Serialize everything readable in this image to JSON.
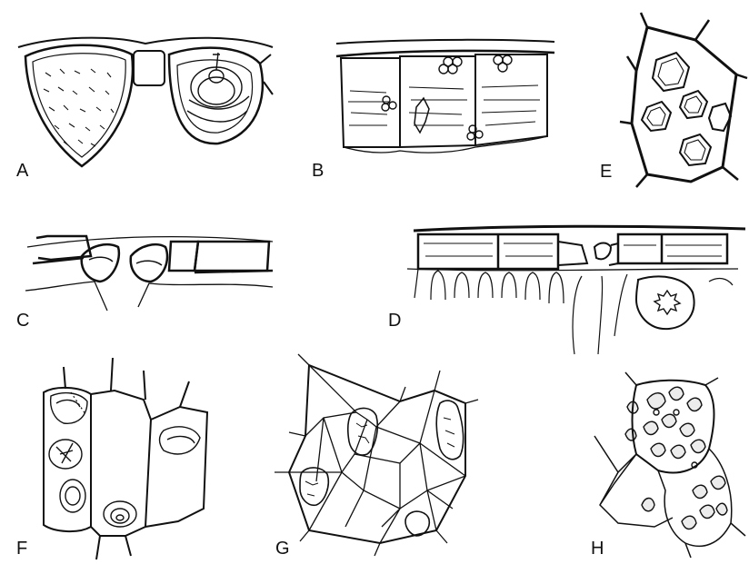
{
  "figure": {
    "ink_color": "#111111",
    "background_color": "#ffffff",
    "panels": [
      {
        "label": "A"
      },
      {
        "label": "B"
      },
      {
        "label": "C"
      },
      {
        "label": "D"
      },
      {
        "label": "E"
      },
      {
        "label": "F"
      },
      {
        "label": "G"
      },
      {
        "label": "H"
      }
    ]
  }
}
